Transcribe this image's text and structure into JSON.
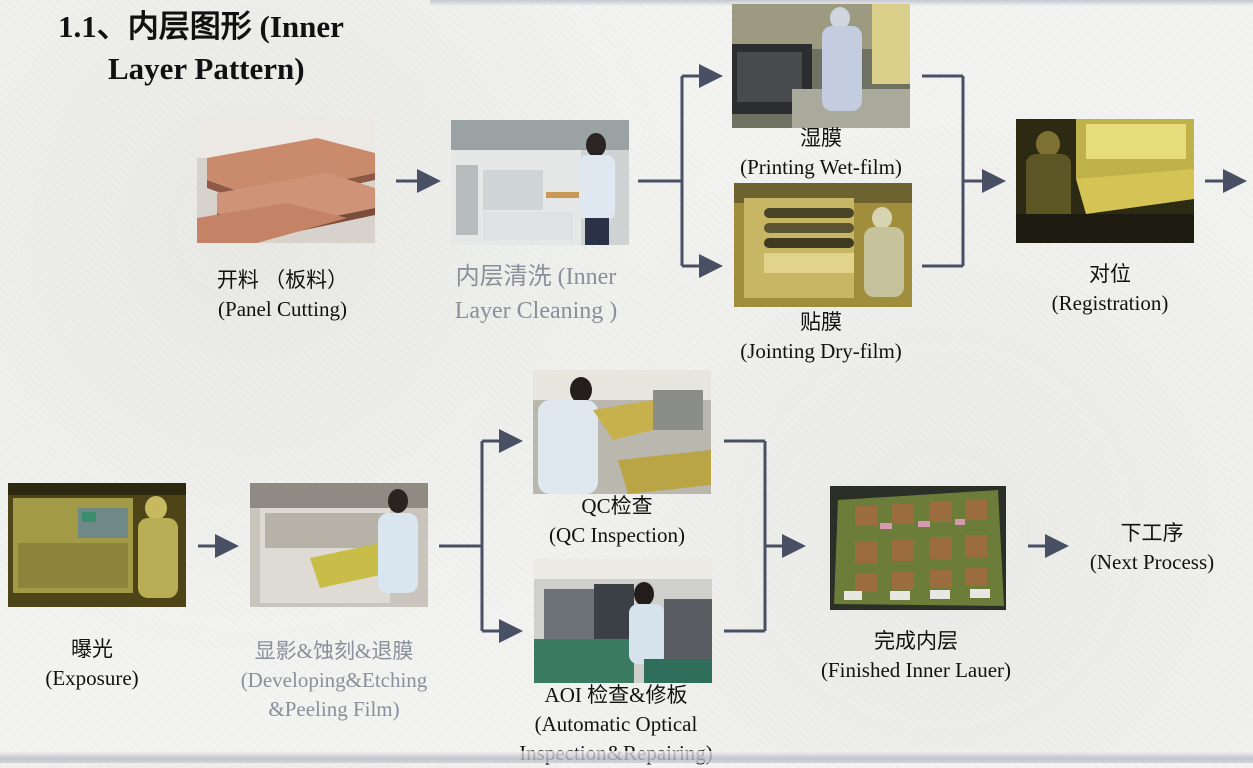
{
  "title": {
    "line1": "1.1、内层图形 (Inner",
    "line2": "Layer Pattern)"
  },
  "steps": {
    "panel_cutting": {
      "zh": "开料 （板料）",
      "en": "(Panel Cutting)"
    },
    "inner_cleaning": {
      "zh": "内层清洗 (Inner",
      "en": "Layer Cleaning )"
    },
    "wet_film": {
      "zh": "湿膜",
      "en": "(Printing Wet-film)"
    },
    "dry_film": {
      "zh": "贴膜",
      "en": "(Jointing Dry-film)"
    },
    "registration": {
      "zh": "对位",
      "en": "(Registration)"
    },
    "exposure": {
      "zh": "曝光",
      "en": "(Exposure)"
    },
    "dev_etch_peel": {
      "zh": "显影&蚀刻&退膜",
      "en1": "(Developing&Etching",
      "en2": "&Peeling Film)"
    },
    "qc": {
      "zh": "QC检查",
      "en": "(QC Inspection)"
    },
    "aoi": {
      "zh": "AOI 检查&修板",
      "en1": "(Automatic Optical",
      "en2": "Inspection&Repairing)"
    },
    "finished": {
      "zh": "完成内层",
      "en": "(Finished Inner Lauer)"
    },
    "next": {
      "zh": "下工序",
      "en": "(Next Process)"
    }
  },
  "colors": {
    "arrow": "#4a5064",
    "gray_text": "#8a8f99"
  }
}
